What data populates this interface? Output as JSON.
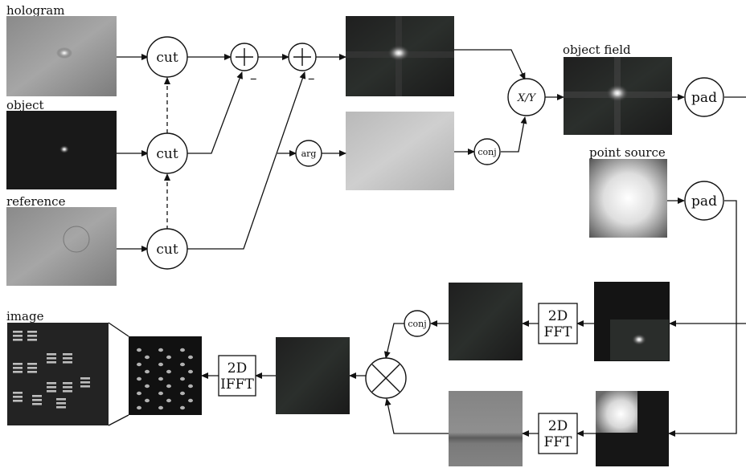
{
  "labels": {
    "hologram": "hologram",
    "object": "object",
    "reference": "reference",
    "object_field": "object field",
    "point_source": "point source",
    "image": "image"
  },
  "nodes": {
    "cut": "cut",
    "pad": "pad",
    "arg": "arg",
    "conj": "conj",
    "divide": "X/Y",
    "minus": "–"
  },
  "boxes": {
    "fft_line1": "2D",
    "fft_line2": "FFT",
    "ifft_line1": "2D",
    "ifft_line2": "IFFT"
  }
}
